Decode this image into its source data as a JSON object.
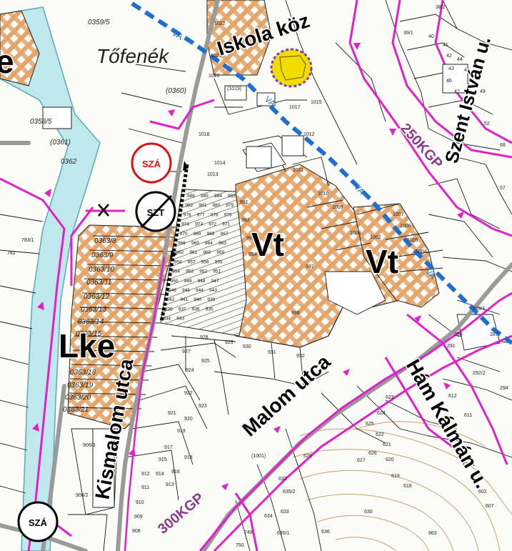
{
  "map": {
    "streets": {
      "iskola": "Iskola köz",
      "szent_istvan": "Szent István u.",
      "malom": "Malom utca",
      "ham_kalman": "Hám Kálmán u.",
      "kismalom": "Kismalom utca"
    },
    "place": {
      "tofenek": "Tőfenék"
    },
    "zones": {
      "lke": "Lke",
      "vt1": "Vt",
      "vt2": "Vt"
    },
    "road_classes": {
      "r250": "250KGP",
      "r300": "300KGP"
    },
    "utility": {
      "va": "VA"
    },
    "badges": {
      "sza_red": "SZÁ",
      "szt": "SZT",
      "sza_black": "SZÁ"
    },
    "parcels": {
      "p0359_5": "0359/5",
      "p1022": "1022",
      "p1021": "1021",
      "p1020": "1020",
      "p1019": "(1019)",
      "p0360": "(0360)",
      "p1018": "1018",
      "p1017": "1017",
      "p1015": "1015",
      "p1012": "1012",
      "p1011": "1011",
      "p1010": "1010",
      "p1013": "1013",
      "p1014": "1014",
      "p1009": "1009",
      "p1008": "1008",
      "p1007": "1007",
      "p1006": "1006",
      "p1005": "1005",
      "p1004": "1004",
      "p1002": "1002",
      "p0358_5": "0358/5",
      "p0361": "(0361)",
      "p0362": "0362",
      "p0363_8": "0363/8",
      "p0363_9": "0363/9",
      "p0363_10": "0363/10",
      "p0363_11": "0363/11",
      "p0363_12": "0363/12",
      "p0363_13": "0363/13",
      "p0363_14": "0363/14",
      "p0363_15": "0363/15",
      "p0363_18": "0363/18",
      "p0363_19": "0363/19",
      "p0363_20": "0363/20",
      "p0363_21": "0363/21",
      "p783_1": "783/1",
      "p782": "782",
      "p906_3": "906/3",
      "p906_2": "906/2",
      "p997": "997",
      "p998": "998",
      "p993": "993",
      "p994": "994",
      "p992": "992",
      "p991": "991",
      "p932": "932",
      "p931": "931",
      "p930": "930",
      "p929": "929",
      "p928": "928",
      "p927": "927",
      "p925": "925",
      "p924": "924",
      "p923": "923",
      "p922": "922",
      "p921": "921",
      "p920": "920",
      "p919": "919",
      "p918": "918",
      "p917": "917",
      "p916": "916",
      "p915": "915",
      "p914": "914",
      "p913": "913",
      "p912": "912",
      "p911": "911",
      "p910": "910",
      "p909": "909",
      "p908": "908",
      "p38_2": "38/2",
      "p39_1": "39/1",
      "p40": "40",
      "p41": "41",
      "p42": "42",
      "p43": "43",
      "p44": "44",
      "p45": "45",
      "p46": "46",
      "p47": "47",
      "p48": "48",
      "p49": "49",
      "p52": "52",
      "p68": "68",
      "p57": "57",
      "p290": "290",
      "p291": "291",
      "p287": "287",
      "p292_2": "292/2",
      "p294": "294",
      "p289_1": "289/1",
      "p612": "612",
      "p611": "611",
      "p610_1": "610/1",
      "p623": "623",
      "p624": "624",
      "p625": "625",
      "p622": "622",
      "p621": "621",
      "p626": "626",
      "p627": "627",
      "p620": "620",
      "p619": "619",
      "p618": "618",
      "p629": "629",
      "p632": "632",
      "p635_2": "635/2",
      "p630": "630",
      "p633": "633",
      "p634": "634",
      "p636": "636",
      "p635_1": "635/1",
      "p749": "749",
      "p750": "750",
      "p1001": "(1001)",
      "p863": "863",
      "p602": "602",
      "p607": "607"
    },
    "small_lot_numbers": [
      "986",
      "985",
      "984",
      "983",
      "982",
      "981",
      "980",
      "979",
      "978",
      "977",
      "976",
      "975",
      "974",
      "973",
      "972",
      "971",
      "970",
      "969",
      "968",
      "967",
      "966",
      "965",
      "964",
      "963",
      "962",
      "961",
      "960",
      "959",
      "958",
      "957",
      "956",
      "955",
      "954",
      "953",
      "952",
      "951",
      "950",
      "949",
      "948",
      "947",
      "946",
      "945",
      "944",
      "943",
      "942",
      "941",
      "940",
      "939",
      "938",
      "937",
      "936",
      "935",
      "934",
      "933"
    ],
    "colors": {
      "canal": "#bfe8ec",
      "parcel_line": "#1a1a1a",
      "contour": "#c8a06a",
      "zone_hatch": "#e3a56a",
      "regulation_magenta": "#e020c8",
      "road_grey": "#9a9a9a",
      "utility_blue": "#1f6fd0",
      "highlight_gold": "#f2dc00",
      "highlight_ring": "#7a3fb0",
      "badge_red": "#e01010"
    }
  }
}
